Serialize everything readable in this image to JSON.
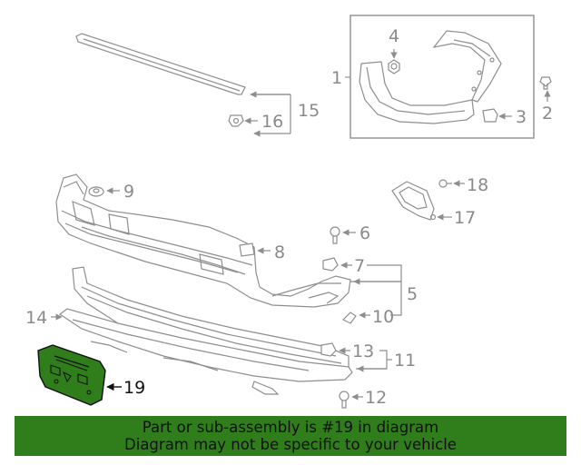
{
  "diagram": {
    "callouts": [
      "1",
      "2",
      "3",
      "4",
      "5",
      "6",
      "7",
      "8",
      "9",
      "10",
      "11",
      "12",
      "13",
      "14",
      "15",
      "16",
      "17",
      "18",
      "19"
    ],
    "highlighted_part": "19",
    "highlight_color": "#2f7d1b"
  },
  "banner": {
    "line1": "Part or sub-assembly is #19 in diagram",
    "line2": "Diagram may not be specific to your vehicle",
    "background": "#2f7d1b"
  }
}
